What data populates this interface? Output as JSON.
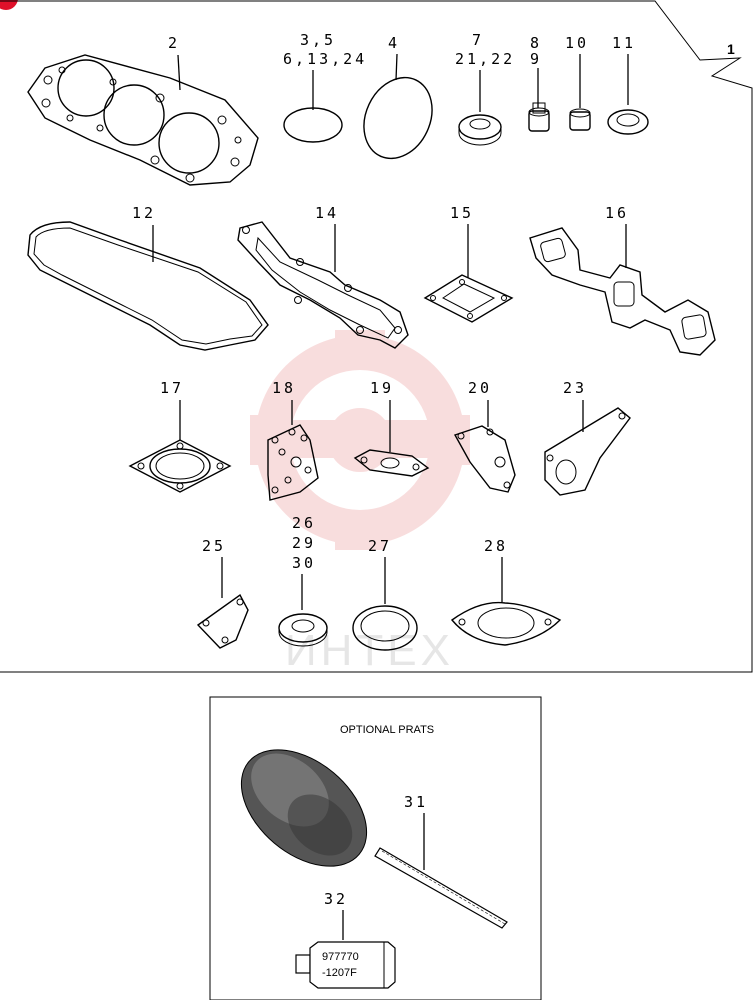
{
  "callout_main": "1",
  "labels": {
    "p2": "2",
    "p3_5": "3,5",
    "p6_13_24": "6,13,24",
    "p4": "4",
    "p7": "7",
    "p21_22": "21,22",
    "p8": "8",
    "p9": "9",
    "p10": "10",
    "p11": "11",
    "p12": "12",
    "p14": "14",
    "p15": "15",
    "p16": "16",
    "p17": "17",
    "p18": "18",
    "p19": "19",
    "p20": "20",
    "p23": "23",
    "p25": "25",
    "p26": "26",
    "p29": "29",
    "p30": "30",
    "p27": "27",
    "p28": "28",
    "p31": "31",
    "p32": "32"
  },
  "optional_box": {
    "title": "OPTIONAL PRATS",
    "tube_line1": "977770",
    "tube_line2": "-1207F"
  },
  "watermark_text": "ИНТЕХ",
  "colors": {
    "watermark": "#f2b8b8",
    "badge": "#e0102a"
  }
}
